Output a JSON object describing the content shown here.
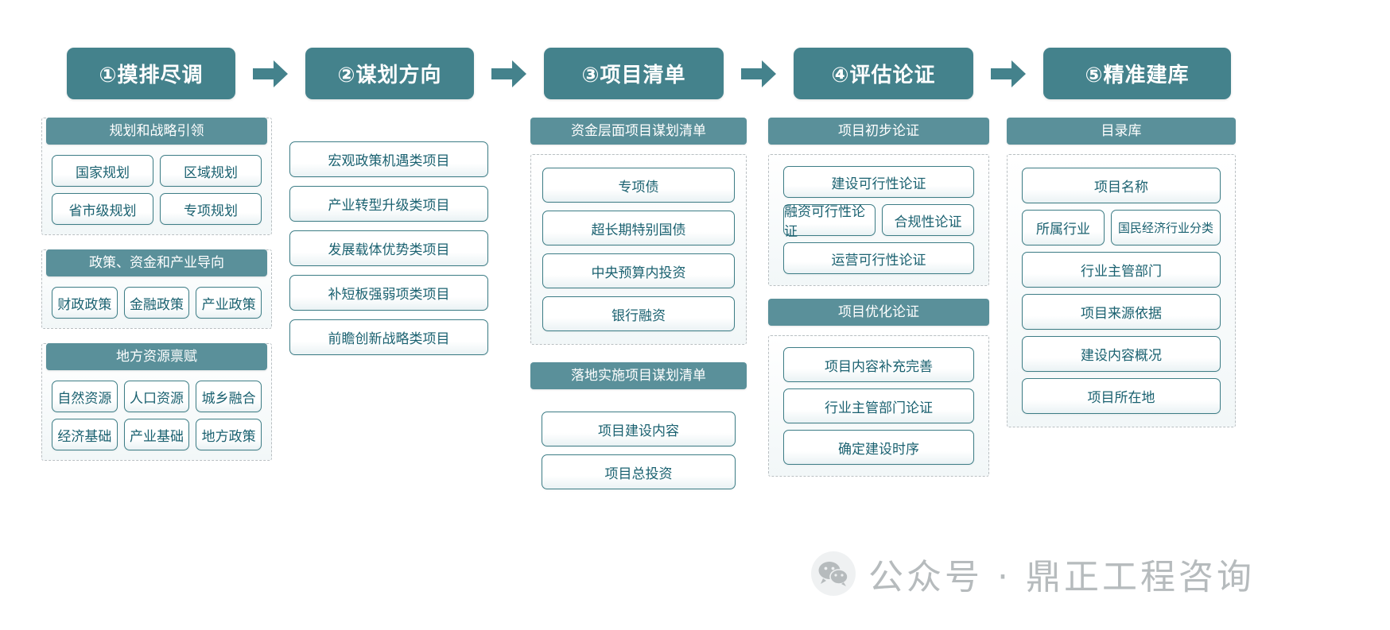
{
  "stages": [
    {
      "title": "①摸排尽调"
    },
    {
      "title": "②谋划方向"
    },
    {
      "title": "③项目清单"
    },
    {
      "title": "④评估论证"
    },
    {
      "title": "⑤精准建库"
    }
  ],
  "arrow_icon": "right-arrow-icon",
  "columns": [
    {
      "id": "col-1",
      "groups": [
        {
          "band": "规划和战略引领",
          "rows": [
            [
              "国家规划",
              "区域规划"
            ],
            [
              "省市级规划",
              "专项规划"
            ]
          ]
        },
        {
          "band": "政策、资金和产业导向",
          "rows": [
            [
              "财政政策",
              "金融政策",
              "产业政策"
            ]
          ]
        },
        {
          "band": "地方资源禀赋",
          "rows": [
            [
              "自然资源",
              "人口资源",
              "城乡融合"
            ],
            [
              "经济基础",
              "产业基础",
              "地方政策"
            ]
          ]
        }
      ]
    },
    {
      "id": "col-2",
      "groups": [
        {
          "band": null,
          "items": [
            "宏观政策机遇类项目",
            "产业转型升级类项目",
            "发展载体优势类项目",
            "补短板强弱项类项目",
            "前瞻创新战略类项目"
          ]
        }
      ]
    },
    {
      "id": "col-3",
      "groups": [
        {
          "band": "资金层面项目谋划清单",
          "items": [
            "专项债",
            "超长期特别国债",
            "中央预算内投资",
            "银行融资"
          ]
        },
        {
          "band": "落地实施项目谋划清单",
          "items": [
            "项目建设内容",
            "项目总投资"
          ]
        }
      ]
    },
    {
      "id": "col-4",
      "groups": [
        {
          "band": "项目初步论证",
          "rows": [
            [
              "建设可行性论证"
            ],
            [
              "融资可行性论证",
              "合规性论证"
            ],
            [
              "运营可行性论证"
            ]
          ]
        },
        {
          "band": "项目优化论证",
          "rows": [
            [
              "项目内容补充完善"
            ],
            [
              "行业主管部门论证"
            ],
            [
              "确定建设时序"
            ]
          ]
        }
      ]
    },
    {
      "id": "col-5",
      "groups": [
        {
          "band": "目录库",
          "rows": [
            [
              "项目名称"
            ],
            [
              "所属行业",
              "国民经济行业分类"
            ],
            [
              "行业主管部门"
            ],
            [
              "项目来源依据"
            ],
            [
              "建设内容概况"
            ],
            [
              "项目所在地"
            ]
          ]
        }
      ]
    }
  ],
  "watermark": {
    "logo": "wechat-icon",
    "text": "公众号 · 鼎正工程咨询"
  },
  "colors": {
    "stage_header": "#44828c",
    "band": "#5a909a",
    "cell_border": "#3d7d86",
    "cell_text": "#1a6170",
    "dashed_border": "#b9bfc2",
    "watermark": "#9aa1a4"
  }
}
